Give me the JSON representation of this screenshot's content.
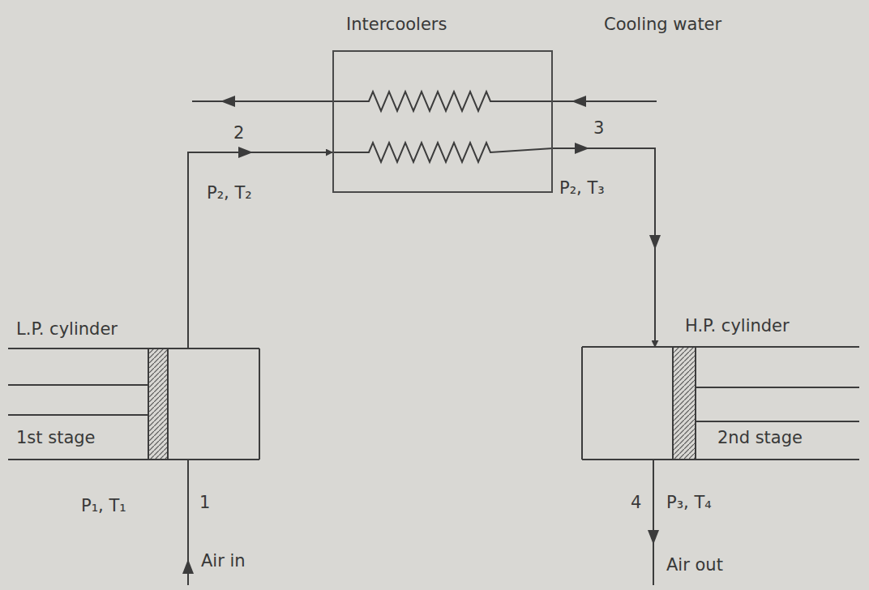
{
  "diagram": {
    "nodes": [
      {
        "text": [
          "Intercoolers"
        ]
      },
      {
        "text": [
          "L.P. cylinder",
          "1st stage"
        ]
      },
      {
        "text": [
          "H.P. cylinder",
          "2nd stage"
        ]
      }
    ],
    "edges": [
      {
        "from": 1,
        "to": 0,
        "arrow": "to"
      },
      {
        "from": 0,
        "to": 2,
        "arrow": "to"
      }
    ],
    "labels": [
      "2",
      "P₂, T₂",
      "3",
      "P₂, T₃",
      "Cooling water",
      "P₁, T₁",
      "1",
      "Air in",
      "4",
      "P₃, T₄",
      "Air out"
    ]
  }
}
